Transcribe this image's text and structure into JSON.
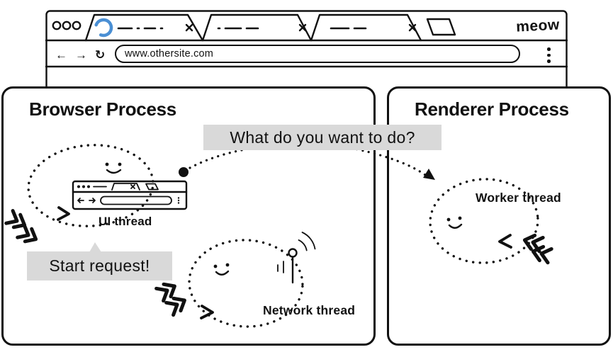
{
  "colors": {
    "ink": "#111111",
    "accent_blue": "#4a8fd4",
    "bubble_gray": "#d9d9d9"
  },
  "browser": {
    "logo": "meow",
    "address": "www.othersite.com",
    "nav_icons": {
      "back": "←",
      "forward": "→",
      "reload": "↻"
    }
  },
  "panels": {
    "browser_process": {
      "title": "Browser Process",
      "question_bubble": "What do you want to do?",
      "start_request_bubble": "Start request!",
      "ui_thread_label": "UI thread",
      "network_thread_label": "Network thread"
    },
    "renderer_process": {
      "title": "Renderer Process",
      "worker_thread_label": "Worker thread"
    }
  }
}
